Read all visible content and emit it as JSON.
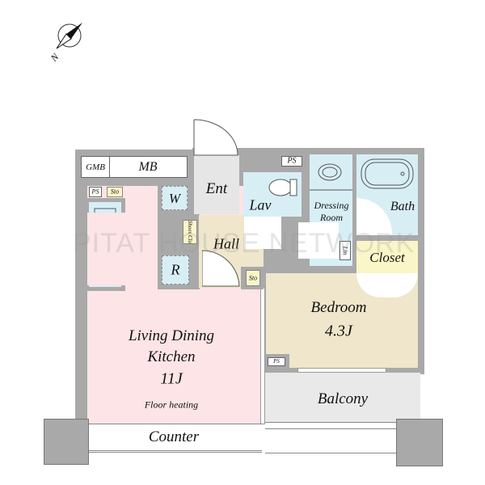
{
  "compass": {
    "label": "N"
  },
  "rooms": {
    "gmb": "GMB",
    "mb": "MB",
    "ps_top_left": "PS",
    "sto_kitchen": "Sto",
    "w": "W",
    "r": "R",
    "shoes_clo": "Shoes Clo",
    "ent": "Ent",
    "hall": "Hall",
    "sto_hall": "Sto",
    "lav": "Lav",
    "ps_top": "PS",
    "dressing_room": "Dressing Room",
    "bath": "Bath",
    "lin": "Lin",
    "closet": "Closet",
    "bedroom": "Bedroom",
    "bedroom_size": "4.3J",
    "ps_bedroom": "PS",
    "ldk": "Living Dining",
    "ldk2": "Kitchen",
    "ldk_size": "11J",
    "floor_heating": "Floor heating",
    "balcony": "Balcony",
    "counter": "Counter"
  },
  "watermark": "PITAT HOUSE NETWORK",
  "colors": {
    "wall": "#a9a9a9",
    "ldk": "#fde4e6",
    "bedroom": "#efe6cb",
    "wet": "#d8eef5",
    "entry": "#e6e6e6",
    "balcony": "#e9e9e9",
    "storage": "#fbf6c8"
  }
}
